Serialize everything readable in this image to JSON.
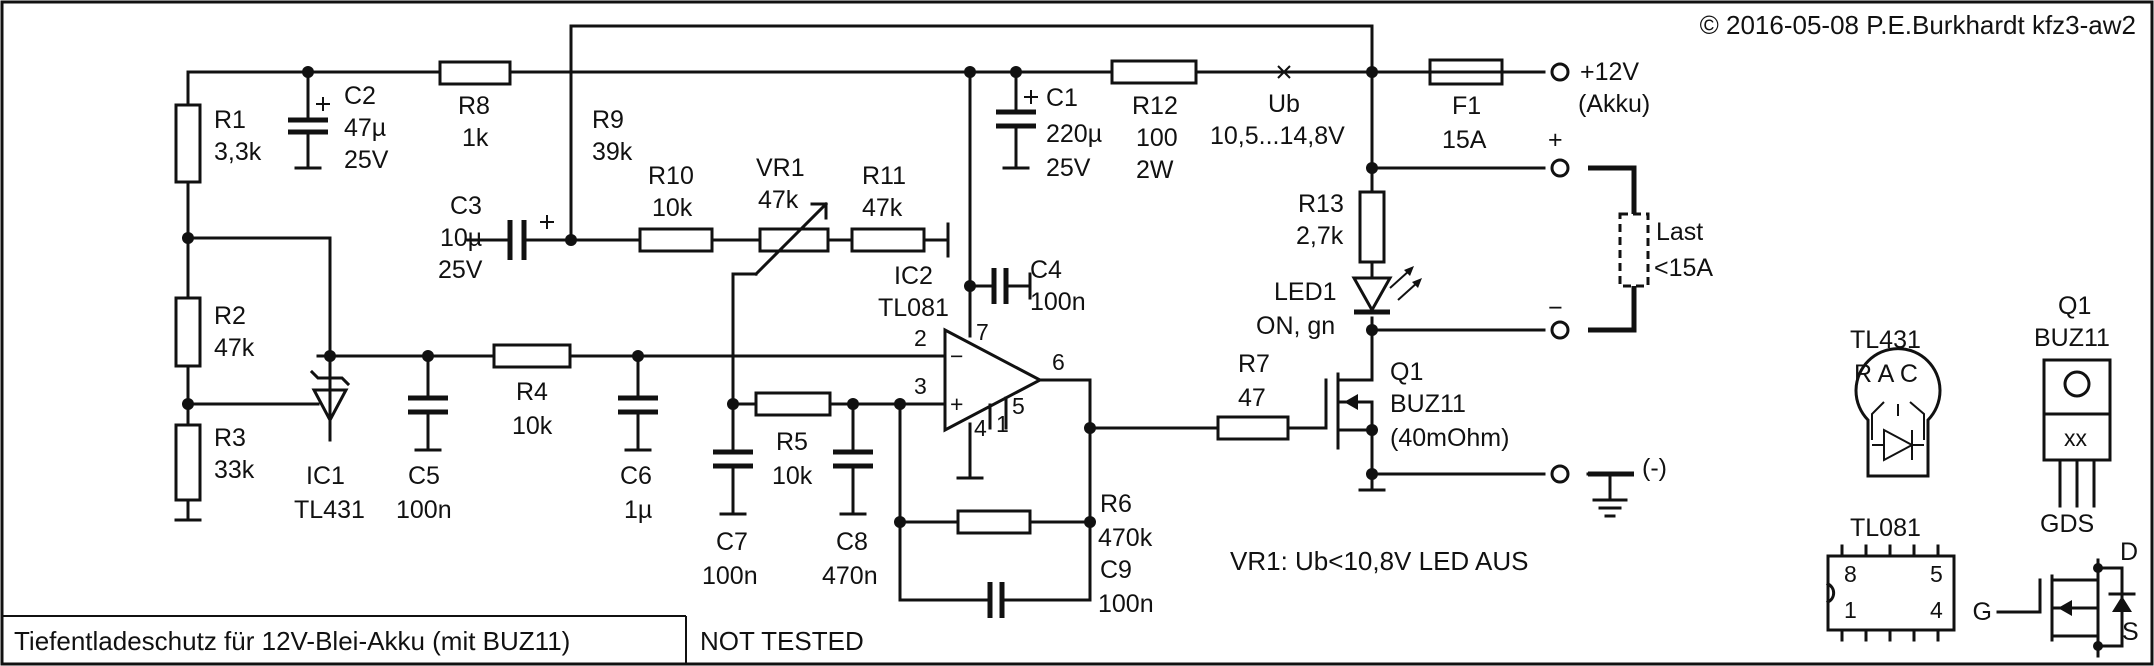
{
  "copyright": "© 2016-05-08 P.E.Burkhardt kfz3-aw2",
  "title": "Tiefentladeschutz für 12V-Blei-Akku (mit BUZ11)",
  "status": "NOT TESTED",
  "note": "VR1: Ub<10,8V LED AUS",
  "terminals": {
    "plus12_a": "+12V",
    "plus12_b": "(Akku)",
    "plus": "+",
    "minus": "−",
    "gnd": "(-)",
    "load_a": "Last",
    "load_b": "<15A"
  },
  "ub": {
    "name": "Ub",
    "range": "10,5...14,8V"
  },
  "components": {
    "R1": {
      "name": "R1",
      "value": "3,3k"
    },
    "R2": {
      "name": "R2",
      "value": "47k"
    },
    "R3": {
      "name": "R3",
      "value": "33k"
    },
    "R4": {
      "name": "R4",
      "value": "10k"
    },
    "R5": {
      "name": "R5",
      "value": "10k"
    },
    "R6": {
      "name": "R6",
      "value": "470k"
    },
    "R7": {
      "name": "R7",
      "value": "47"
    },
    "R8": {
      "name": "R8",
      "value": "1k"
    },
    "R9": {
      "name": "R9",
      "value": "39k"
    },
    "R10": {
      "name": "R10",
      "value": "10k"
    },
    "R11": {
      "name": "R11",
      "value": "47k"
    },
    "R12": {
      "name": "R12",
      "value": "100",
      "rating": "2W"
    },
    "R13": {
      "name": "R13",
      "value": "2,7k"
    },
    "VR1": {
      "name": "VR1",
      "value": "47k"
    },
    "C1": {
      "name": "C1",
      "value": "220µ",
      "rating": "25V"
    },
    "C2": {
      "name": "C2",
      "value": "47µ",
      "rating": "25V"
    },
    "C3": {
      "name": "C3",
      "value": "10µ",
      "rating": "25V"
    },
    "C4": {
      "name": "C4",
      "value": "100n"
    },
    "C5": {
      "name": "C5",
      "value": "100n"
    },
    "C6": {
      "name": "C6",
      "value": "1µ"
    },
    "C7": {
      "name": "C7",
      "value": "100n"
    },
    "C8": {
      "name": "C8",
      "value": "470n"
    },
    "C9": {
      "name": "C9",
      "value": "100n"
    },
    "F1": {
      "name": "F1",
      "value": "15A"
    },
    "IC1": {
      "name": "IC1",
      "value": "TL431"
    },
    "IC2": {
      "name": "IC2",
      "value": "TL081"
    },
    "LED1": {
      "name": "LED1",
      "value": "ON, gn"
    },
    "Q1": {
      "name": "Q1",
      "value": "BUZ11",
      "rating": "(40mOhm)"
    }
  },
  "opamp_pins": {
    "inv": "2",
    "noninv": "3",
    "out": "6",
    "vplus": "7",
    "gnd": "4",
    "off1": "1",
    "off5": "5",
    "minus_sign": "−",
    "plus_sign": "+"
  },
  "legend": {
    "tl431_title": "TL431",
    "tl431_pins": "R A C",
    "tl081_title": "TL081",
    "tl081_pins": {
      "p8": "8",
      "p5": "5",
      "p1": "1",
      "p4": "4"
    },
    "buz_title_a": "Q1",
    "buz_title_b": "BUZ11",
    "buz_marking": "xx",
    "buz_pins": "GDS",
    "mos_g": "G",
    "mos_d": "D",
    "mos_s": "S"
  }
}
